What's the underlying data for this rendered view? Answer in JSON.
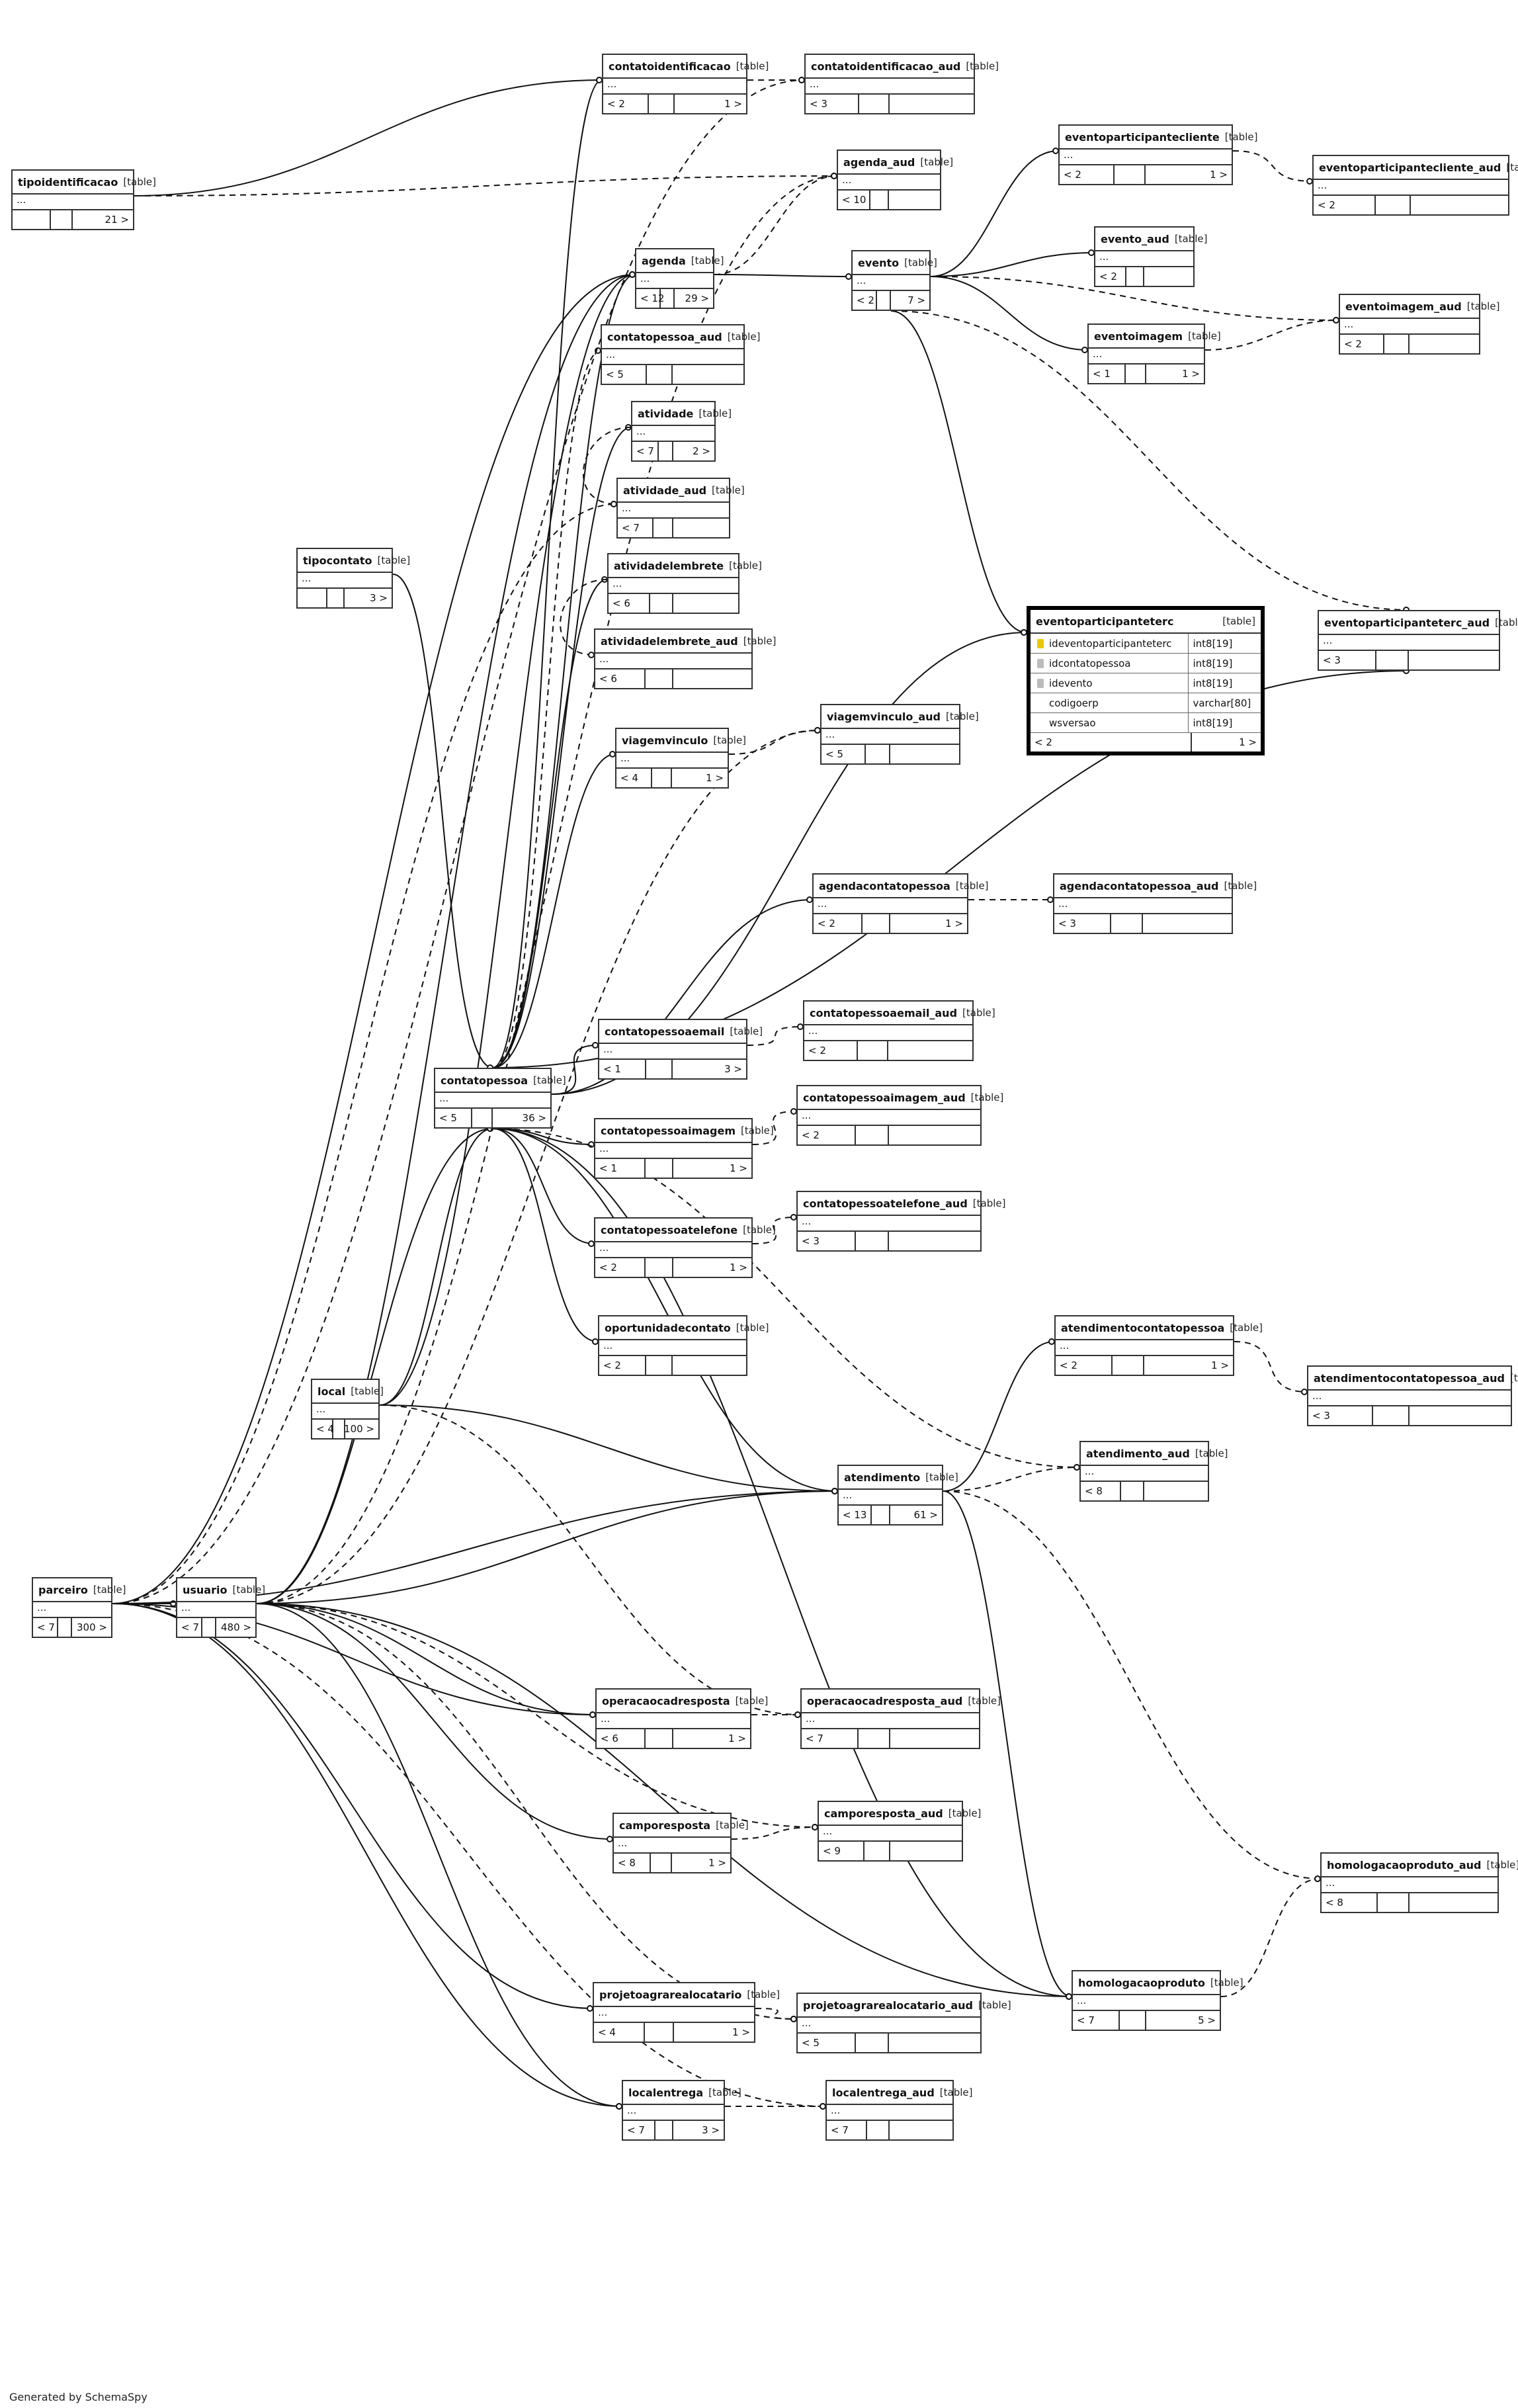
{
  "tables": [
    {
      "id": "tipoidentificacao",
      "name": "tipoidentificacao",
      "tag": "[table]",
      "dots": "...",
      "foot": [
        "",
        "",
        "21 >"
      ]
    },
    {
      "id": "contatoidentificacao",
      "name": "contatoidentificacao",
      "tag": "[table]",
      "dots": "...",
      "foot": [
        "< 2",
        "",
        "1 >"
      ]
    },
    {
      "id": "contatoidentificacao_aud",
      "name": "contatoidentificacao_aud",
      "tag": "[table]",
      "dots": "...",
      "foot": [
        "< 3",
        "",
        ""
      ]
    },
    {
      "id": "agenda_aud",
      "name": "agenda_aud",
      "tag": "[table]",
      "dots": "...",
      "foot": [
        "< 10",
        "",
        ""
      ]
    },
    {
      "id": "eventoparticipantecliente",
      "name": "eventoparticipantecliente",
      "tag": "[table]",
      "dots": "...",
      "foot": [
        "< 2",
        "",
        "1 >"
      ]
    },
    {
      "id": "eventoparticipantecliente_aud",
      "name": "eventoparticipantecliente_aud",
      "tag": "[table]",
      "dots": "...",
      "foot": [
        "< 2",
        "",
        ""
      ]
    },
    {
      "id": "agenda",
      "name": "agenda",
      "tag": "[table]",
      "dots": "...",
      "foot": [
        "< 12",
        "",
        "29 >"
      ]
    },
    {
      "id": "evento",
      "name": "evento",
      "tag": "[table]",
      "dots": "...",
      "foot": [
        "< 2",
        "",
        "7 >"
      ]
    },
    {
      "id": "evento_aud",
      "name": "evento_aud",
      "tag": "[table]",
      "dots": "...",
      "foot": [
        "< 2",
        "",
        ""
      ]
    },
    {
      "id": "eventoimagem_aud",
      "name": "eventoimagem_aud",
      "tag": "[table]",
      "dots": "...",
      "foot": [
        "< 2",
        "",
        ""
      ]
    },
    {
      "id": "contatopessoa_aud",
      "name": "contatopessoa_aud",
      "tag": "[table]",
      "dots": "...",
      "foot": [
        "< 5",
        "",
        ""
      ]
    },
    {
      "id": "eventoimagem",
      "name": "eventoimagem",
      "tag": "[table]",
      "dots": "...",
      "foot": [
        "< 1",
        "",
        "1 >"
      ]
    },
    {
      "id": "atividade",
      "name": "atividade",
      "tag": "[table]",
      "dots": "...",
      "foot": [
        "< 7",
        "",
        "2 >"
      ]
    },
    {
      "id": "atividade_aud",
      "name": "atividade_aud",
      "tag": "[table]",
      "dots": "...",
      "foot": [
        "< 7",
        "",
        ""
      ]
    },
    {
      "id": "tipocontato",
      "name": "tipocontato",
      "tag": "[table]",
      "dots": "...",
      "foot": [
        "",
        "",
        "3 >"
      ]
    },
    {
      "id": "atividadelembrete",
      "name": "atividadelembrete",
      "tag": "[table]",
      "dots": "...",
      "foot": [
        "< 6",
        "",
        ""
      ]
    },
    {
      "id": "atividadelembrete_aud",
      "name": "atividadelembrete_aud",
      "tag": "[table]",
      "dots": "...",
      "foot": [
        "< 6",
        "",
        ""
      ]
    },
    {
      "id": "eventoparticipanteterc_aud",
      "name": "eventoparticipanteterc_aud",
      "tag": "[table]",
      "dots": "...",
      "foot": [
        "< 3",
        "",
        ""
      ]
    },
    {
      "id": "viagemvinculo_aud",
      "name": "viagemvinculo_aud",
      "tag": "[table]",
      "dots": "...",
      "foot": [
        "< 5",
        "",
        ""
      ]
    },
    {
      "id": "viagemvinculo",
      "name": "viagemvinculo",
      "tag": "[table]",
      "dots": "...",
      "foot": [
        "< 4",
        "",
        "1 >"
      ]
    },
    {
      "id": "agendacontatopessoa",
      "name": "agendacontatopessoa",
      "tag": "[table]",
      "dots": "...",
      "foot": [
        "< 2",
        "",
        "1 >"
      ]
    },
    {
      "id": "agendacontatopessoa_aud",
      "name": "agendacontatopessoa_aud",
      "tag": "[table]",
      "dots": "...",
      "foot": [
        "< 3",
        "",
        ""
      ]
    },
    {
      "id": "contatopessoaemail_aud",
      "name": "contatopessoaemail_aud",
      "tag": "[table]",
      "dots": "...",
      "foot": [
        "< 2",
        "",
        ""
      ]
    },
    {
      "id": "contatopessoaemail",
      "name": "contatopessoaemail",
      "tag": "[table]",
      "dots": "...",
      "foot": [
        "< 1",
        "",
        "3 >"
      ]
    },
    {
      "id": "contatopessoa",
      "name": "contatopessoa",
      "tag": "[table]",
      "dots": "...",
      "foot": [
        "< 5",
        "",
        "36 >"
      ]
    },
    {
      "id": "contatopessoaimagem_aud",
      "name": "contatopessoaimagem_aud",
      "tag": "[table]",
      "dots": "...",
      "foot": [
        "< 2",
        "",
        ""
      ]
    },
    {
      "id": "contatopessoaimagem",
      "name": "contatopessoaimagem",
      "tag": "[table]",
      "dots": "...",
      "foot": [
        "< 1",
        "",
        "1 >"
      ]
    },
    {
      "id": "contatopessoatelefone_aud",
      "name": "contatopessoatelefone_aud",
      "tag": "[table]",
      "dots": "...",
      "foot": [
        "< 3",
        "",
        ""
      ]
    },
    {
      "id": "contatopessoatelefone",
      "name": "contatopessoatelefone",
      "tag": "[table]",
      "dots": "...",
      "foot": [
        "< 2",
        "",
        "1 >"
      ]
    },
    {
      "id": "oportunidadecontato",
      "name": "oportunidadecontato",
      "tag": "[table]",
      "dots": "...",
      "foot": [
        "< 2",
        "",
        ""
      ]
    },
    {
      "id": "atendimentocontatopessoa",
      "name": "atendimentocontatopessoa",
      "tag": "[table]",
      "dots": "...",
      "foot": [
        "< 2",
        "",
        "1 >"
      ]
    },
    {
      "id": "atendimentocontatopessoa_aud",
      "name": "atendimentocontatopessoa_aud",
      "tag": "[table]",
      "dots": "...",
      "foot": [
        "< 3",
        "",
        ""
      ]
    },
    {
      "id": "local",
      "name": "local",
      "tag": "[table]",
      "dots": "...",
      "foot": [
        "< 4",
        "",
        "100 >"
      ]
    },
    {
      "id": "atendimento_aud",
      "name": "atendimento_aud",
      "tag": "[table]",
      "dots": "...",
      "foot": [
        "< 8",
        "",
        ""
      ]
    },
    {
      "id": "atendimento",
      "name": "atendimento",
      "tag": "[table]",
      "dots": "...",
      "foot": [
        "< 13",
        "",
        "61 >"
      ]
    },
    {
      "id": "parceiro",
      "name": "parceiro",
      "tag": "[table]",
      "dots": "...",
      "foot": [
        "< 7",
        "",
        "300 >"
      ]
    },
    {
      "id": "usuario",
      "name": "usuario",
      "tag": "[table]",
      "dots": "...",
      "foot": [
        "< 7",
        "",
        "480 >"
      ]
    },
    {
      "id": "operacaocadresposta",
      "name": "operacaocadresposta",
      "tag": "[table]",
      "dots": "...",
      "foot": [
        "< 6",
        "",
        "1 >"
      ]
    },
    {
      "id": "operacaocadresposta_aud",
      "name": "operacaocadresposta_aud",
      "tag": "[table]",
      "dots": "...",
      "foot": [
        "< 7",
        "",
        ""
      ]
    },
    {
      "id": "camporesposta_aud",
      "name": "camporesposta_aud",
      "tag": "[table]",
      "dots": "...",
      "foot": [
        "< 9",
        "",
        ""
      ]
    },
    {
      "id": "camporesposta",
      "name": "camporesposta",
      "tag": "[table]",
      "dots": "...",
      "foot": [
        "< 8",
        "",
        "1 >"
      ]
    },
    {
      "id": "homologacaoproduto_aud",
      "name": "homologacaoproduto_aud",
      "tag": "[table]",
      "dots": "...",
      "foot": [
        "< 8",
        "",
        ""
      ]
    },
    {
      "id": "homologacaoproduto",
      "name": "homologacaoproduto",
      "tag": "[table]",
      "dots": "...",
      "foot": [
        "< 7",
        "",
        "5 >"
      ]
    },
    {
      "id": "projetoagrarealocatario",
      "name": "projetoagrarealocatario",
      "tag": "[table]",
      "dots": "...",
      "foot": [
        "< 4",
        "",
        "1 >"
      ]
    },
    {
      "id": "projetoagrarealocatario_aud",
      "name": "projetoagrarealocatario_aud",
      "tag": "[table]",
      "dots": "...",
      "foot": [
        "< 5",
        "",
        ""
      ]
    },
    {
      "id": "localentrega",
      "name": "localentrega",
      "tag": "[table]",
      "dots": "...",
      "foot": [
        "< 7",
        "",
        "3 >"
      ]
    },
    {
      "id": "localentrega_aud",
      "name": "localentrega_aud",
      "tag": "[table]",
      "dots": "...",
      "foot": [
        "< 7",
        "",
        ""
      ]
    }
  ],
  "focus_table": {
    "name": "eventoparticipanteterc",
    "tag": "[table]",
    "columns": [
      {
        "name": "ideventoparticipanteterc",
        "type": "int8[19]",
        "key": "pk"
      },
      {
        "name": "idcontatopessoa",
        "type": "int8[19]",
        "key": "fk"
      },
      {
        "name": "idevento",
        "type": "int8[19]",
        "key": "fk"
      },
      {
        "name": "codigoerp",
        "type": "varchar[80]",
        "key": "none"
      },
      {
        "name": "wsversao",
        "type": "int8[19]",
        "key": "none"
      }
    ],
    "foot": [
      "< 2",
      "1 >"
    ]
  },
  "footer": "Generated by SchemaSpy"
}
